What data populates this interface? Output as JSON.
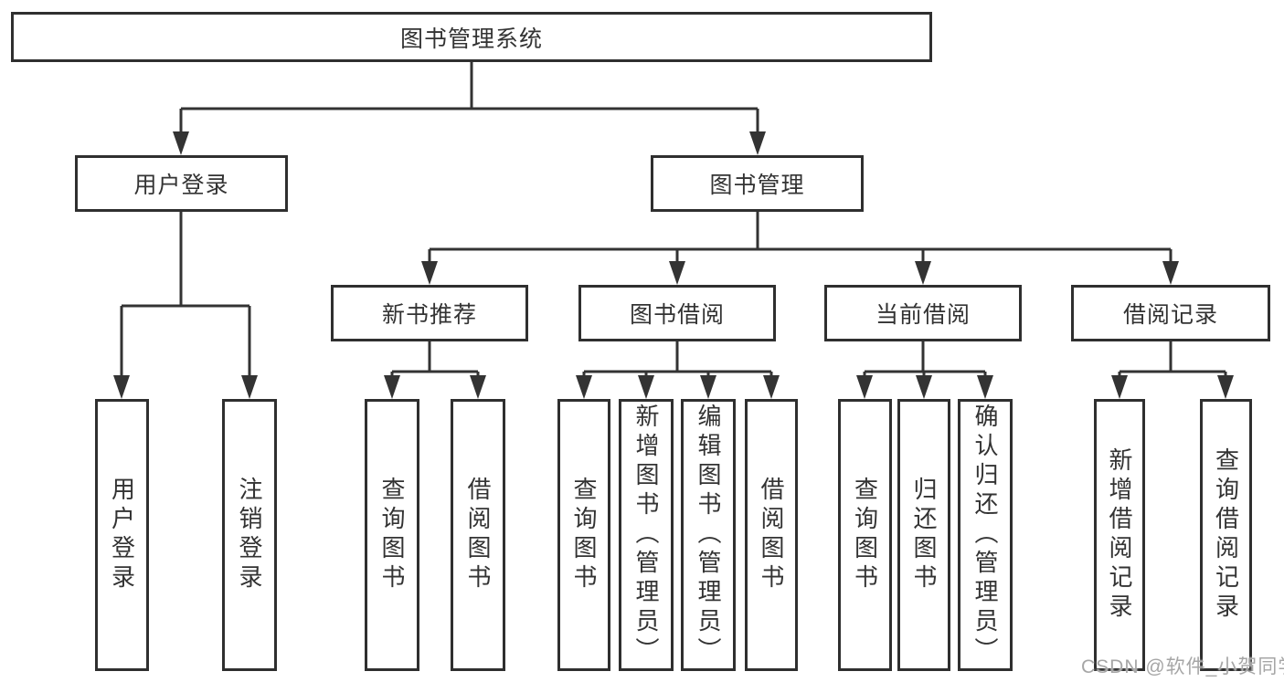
{
  "diagram": {
    "root": {
      "label": "图书管理系统"
    },
    "level2": [
      {
        "label": "用户登录"
      },
      {
        "label": "图书管理"
      }
    ],
    "level3": [
      {
        "label": "新书推荐"
      },
      {
        "label": "图书借阅"
      },
      {
        "label": "当前借阅"
      },
      {
        "label": "借阅记录"
      }
    ],
    "leaves": {
      "user_login": [
        {
          "label": "用户登录"
        },
        {
          "label": "注销登录"
        }
      ],
      "new_book": [
        {
          "label": "查询图书"
        },
        {
          "label": "借阅图书"
        }
      ],
      "book_borrow": [
        {
          "label": "查询图书"
        },
        {
          "label": "新增图书（管理员）"
        },
        {
          "label": "编辑图书（管理员）"
        },
        {
          "label": "借阅图书"
        }
      ],
      "current_borrow": [
        {
          "label": "查询图书"
        },
        {
          "label": "归还图书"
        },
        {
          "label": "确认归还（管理员）"
        }
      ],
      "borrow_record": [
        {
          "label": "新增借阅记录"
        },
        {
          "label": "查询借阅记录"
        }
      ]
    },
    "colors": {
      "line": "#333333",
      "box_border": "#2f2f2f",
      "text": "#333333",
      "background": "#ffffff",
      "watermark": "#a6a6a6"
    },
    "watermark": "CSDN @软件_小贺同学"
  }
}
